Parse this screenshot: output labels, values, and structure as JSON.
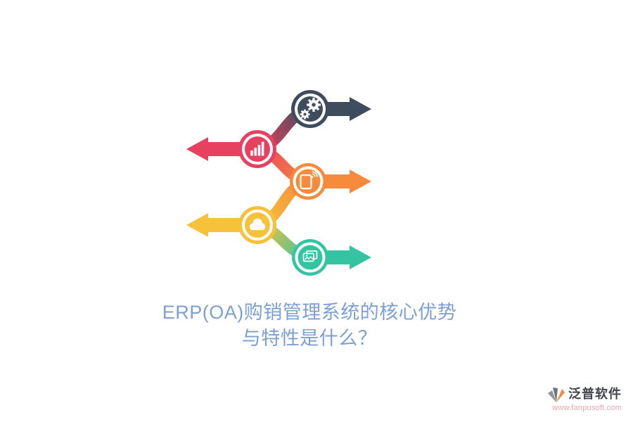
{
  "page": {
    "background_color": "#ffffff"
  },
  "infographic": {
    "items": [
      {
        "id": "gears",
        "icon": "gears-icon",
        "color": "#3e4c5e",
        "direction": "right"
      },
      {
        "id": "bar-chart",
        "icon": "bar-chart-icon",
        "color": "#e8415f",
        "direction": "left"
      },
      {
        "id": "tablet",
        "icon": "tablet-signal-icon",
        "color": "#f68b3d",
        "direction": "right"
      },
      {
        "id": "cloud",
        "icon": "cloud-icon",
        "color": "#f6c23c",
        "direction": "left"
      },
      {
        "id": "gallery",
        "icon": "gallery-icon",
        "color": "#35c4a2",
        "direction": "right"
      }
    ]
  },
  "title": {
    "line1": "ERP(OA)购销管理系统的核心优势",
    "line2": "与特性是什么？",
    "color": "#7da0d4"
  },
  "footer": {
    "brand_name": "泛普软件",
    "website": "www.fanpusoft.com",
    "brand_color": "#42454f",
    "website_color": "#f2a3ad",
    "logo_grey": "#8d939c",
    "logo_dark_grey": "#6f7580",
    "logo_orange": "#f18a43"
  }
}
